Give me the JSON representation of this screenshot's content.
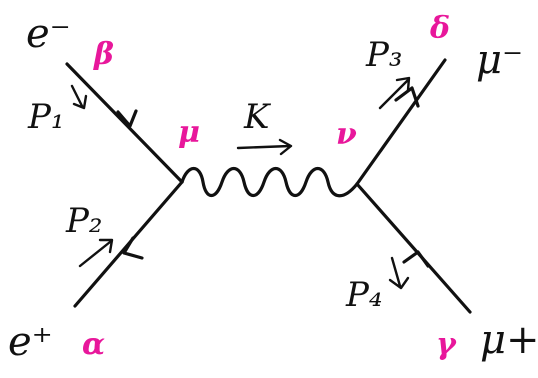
{
  "colors": {
    "ink": "#111111",
    "index": "#e8179b",
    "background": "#ffffff"
  },
  "particles": {
    "e_minus": "e⁻",
    "e_plus": "e⁺",
    "mu_minus": "μ⁻",
    "mu_plus": "μ+"
  },
  "momenta": {
    "p1": "P₁",
    "p2": "P₂",
    "p3": "P₃",
    "p4": "P₄",
    "k": "K"
  },
  "indices": {
    "beta": "β",
    "alpha": "α",
    "mu": "μ",
    "nu": "ν",
    "delta": "δ",
    "gamma": "γ"
  }
}
